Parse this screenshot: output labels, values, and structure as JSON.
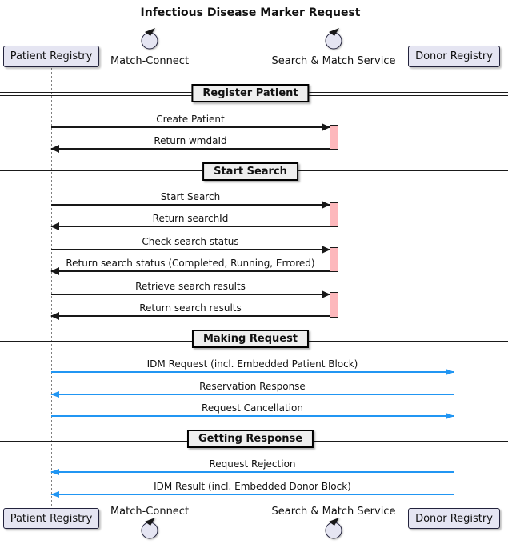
{
  "title": "Infectious Disease Marker Request",
  "participants": [
    {
      "name": "Patient Registry",
      "kind": "box"
    },
    {
      "name": "Match-Connect",
      "kind": "control"
    },
    {
      "name": "Search & Match Service",
      "kind": "control"
    },
    {
      "name": "Donor Registry",
      "kind": "box"
    }
  ],
  "sections": [
    {
      "label": "Register Patient"
    },
    {
      "label": "Start Search"
    },
    {
      "label": "Making Request"
    },
    {
      "label": "Getting Response"
    }
  ],
  "messages": [
    {
      "label": "Create Patient",
      "from": "Patient Registry",
      "to": "Search & Match Service",
      "style": "black"
    },
    {
      "label": "Return wmdaId",
      "from": "Search & Match Service",
      "to": "Patient Registry",
      "style": "black"
    },
    {
      "label": "Start Search",
      "from": "Patient Registry",
      "to": "Search & Match Service",
      "style": "black"
    },
    {
      "label": "Return searchId",
      "from": "Search & Match Service",
      "to": "Patient Registry",
      "style": "black"
    },
    {
      "label": "Check search status",
      "from": "Patient Registry",
      "to": "Search & Match Service",
      "style": "black"
    },
    {
      "label": "Return search status (Completed, Running, Errored)",
      "from": "Search & Match Service",
      "to": "Patient Registry",
      "style": "black"
    },
    {
      "label": "Retrieve search results",
      "from": "Patient Registry",
      "to": "Search & Match Service",
      "style": "black"
    },
    {
      "label": "Return search results",
      "from": "Search & Match Service",
      "to": "Patient Registry",
      "style": "black"
    },
    {
      "label": "IDM Request (incl. Embedded Patient Block)",
      "from": "Patient Registry",
      "to": "Donor Registry",
      "style": "blue"
    },
    {
      "label": "Reservation Response",
      "from": "Donor Registry",
      "to": "Patient Registry",
      "style": "blue"
    },
    {
      "label": "Request Cancellation",
      "from": "Patient Registry",
      "to": "Donor Registry",
      "style": "blue"
    },
    {
      "label": "Request Rejection",
      "from": "Donor Registry",
      "to": "Patient Registry",
      "style": "blue"
    },
    {
      "label": "IDM Result (incl. Embedded Donor Block)",
      "from": "Donor Registry",
      "to": "Patient Registry",
      "style": "blue"
    }
  ],
  "colors": {
    "participant_fill": "#E5E5F2",
    "participant_border": "#23233C",
    "divider_fill": "#EEEEEE",
    "divider_border": "#000000",
    "activation_fill": "#FDB8BC",
    "arrow_black": "#181818",
    "arrow_blue": "#2196F3",
    "lifeline_color": "#7F7F7F"
  }
}
